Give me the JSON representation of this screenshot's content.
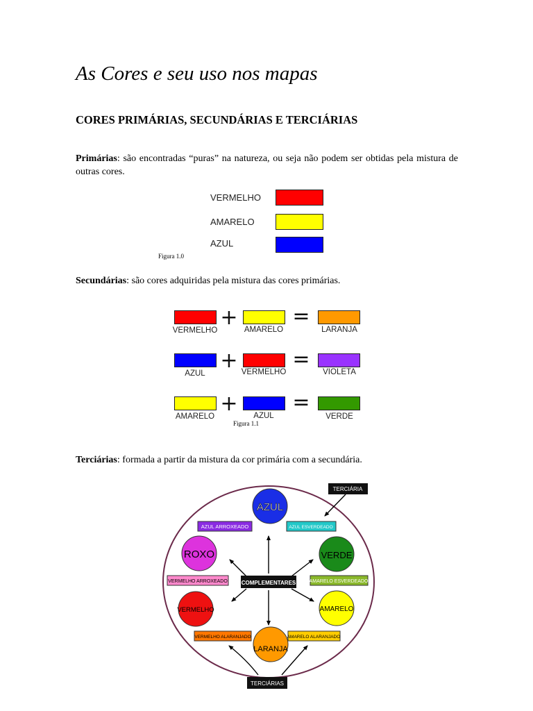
{
  "title": "As Cores e seu uso nos mapas",
  "heading": "CORES PRIMÁRIAS, SECUNDÁRIAS E TERCIÁRIAS",
  "primarias": {
    "term": "Primárias",
    "text": ": são encontradas “puras” na natureza, ou seja não podem ser obtidas pela mistura de outras cores.",
    "colors": [
      {
        "label": "VERMELHO",
        "hex": "#ff0000"
      },
      {
        "label": "AMARELO",
        "hex": "#ffff00"
      },
      {
        "label": "AZUL",
        "hex": "#0000ff"
      }
    ],
    "caption": "Figura 1.0"
  },
  "secundarias": {
    "term": "Secundárias",
    "text": ": são cores adquiridas pela mistura das cores primárias.",
    "plus": "+",
    "equals": "=",
    "rows": [
      {
        "a": {
          "label": "VERMELHO",
          "hex": "#ff0000"
        },
        "b": {
          "label": "AMARELO",
          "hex": "#ffff00"
        },
        "c": {
          "label": "LARANJA",
          "hex": "#ff9900"
        }
      },
      {
        "a": {
          "label": "AZUL",
          "hex": "#0000ff"
        },
        "b": {
          "label": "VERMELHO",
          "hex": "#ff0000"
        },
        "c": {
          "label": "VIOLETA",
          "hex": "#9933ff"
        }
      },
      {
        "a": {
          "label": "AMARELO",
          "hex": "#ffff00"
        },
        "b": {
          "label": "AZUL",
          "hex": "#0000ff"
        },
        "c": {
          "label": "VERDE",
          "hex": "#339900"
        }
      }
    ],
    "caption": "Figura 1.1"
  },
  "terciarias": {
    "term": "Terciárias",
    "text": ": formada a partir da mistura da cor primária com a secundária.",
    "wheel": {
      "callout_top": "TERCIÁRIA",
      "callout_bottom": "TERCIÁRIAS",
      "center": "COMPLEMENTARES",
      "circles": {
        "azul": {
          "label": "AZUL",
          "hex": "#1a2ee6"
        },
        "verde": {
          "label": "VERDE",
          "hex": "#1a8a1a"
        },
        "amarelo": {
          "label": "AMARELO",
          "hex": "#ffff00"
        },
        "laranja": {
          "label": "LARANJA",
          "hex": "#ff9900"
        },
        "vermelho": {
          "label": "VERMELHO",
          "hex": "#ee1111"
        },
        "roxo": {
          "label": "ROXO",
          "hex": "#dd33dd"
        }
      },
      "tertiary": {
        "azul_arroxeado": {
          "label": "AZUL ARROXEADO",
          "hex": "#8a2be2"
        },
        "azul_esverdeado": {
          "label": "AZUL ESVERDEADO",
          "hex": "#22c8c8"
        },
        "amarelo_esverdeado": {
          "label": "AMARELO ESVERDEADO",
          "hex": "#8ab82a"
        },
        "amarelo_alaranjado": {
          "label": "AMARELO ALARANJADO",
          "hex": "#ffcc00"
        },
        "vermelho_alaranjado": {
          "label": "VERMELHO ALARANJADO",
          "hex": "#ff7700"
        },
        "vermelho_arroxeado": {
          "label": "VERMELHO ARROXEADO",
          "hex": "#ff88cc"
        }
      }
    }
  }
}
